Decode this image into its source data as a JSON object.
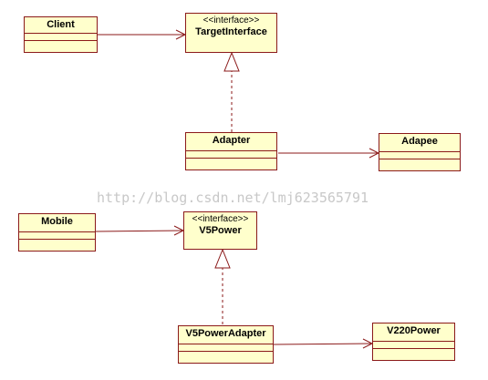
{
  "diagram": {
    "classes": {
      "client": {
        "name": "Client"
      },
      "target_interface": {
        "stereotype": "<<interface>>",
        "name": "TargetInterface"
      },
      "adapter": {
        "name": "Adapter"
      },
      "adapee": {
        "name": "Adapee"
      },
      "mobile": {
        "name": "Mobile"
      },
      "v5power": {
        "stereotype": "<<interface>>",
        "name": "V5Power"
      },
      "v5power_adapter": {
        "name": "V5PowerAdapter"
      },
      "v220power": {
        "name": "V220Power"
      }
    },
    "relations": [
      {
        "from": "Client",
        "to": "TargetInterface",
        "kind": "association"
      },
      {
        "from": "Adapter",
        "to": "TargetInterface",
        "kind": "realization"
      },
      {
        "from": "Adapter",
        "to": "Adapee",
        "kind": "association"
      },
      {
        "from": "Mobile",
        "to": "V5Power",
        "kind": "association"
      },
      {
        "from": "V5PowerAdapter",
        "to": "V5Power",
        "kind": "realization"
      },
      {
        "from": "V5PowerAdapter",
        "to": "V220Power",
        "kind": "association"
      }
    ]
  },
  "watermark": "http://blog.csdn.net/lmj623565791",
  "colors": {
    "fill": "#ffffcc",
    "border": "#8b1a1a",
    "line": "#8b1a1a",
    "watermark": "#c8c8c8"
  }
}
